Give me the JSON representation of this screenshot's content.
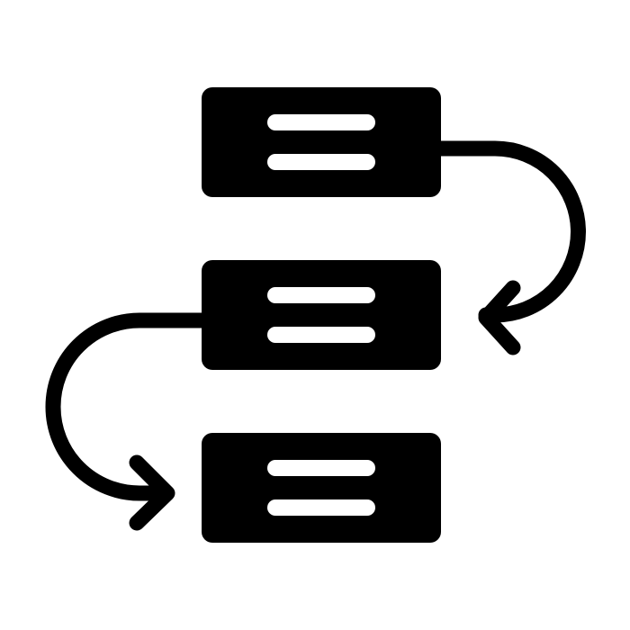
{
  "icon": {
    "name": "workflow-flowchart-icon",
    "colors": {
      "foreground": "#000000",
      "background": "#ffffff"
    },
    "blocks": [
      {
        "name": "block-top",
        "lines": 2
      },
      {
        "name": "block-middle",
        "lines": 2
      },
      {
        "name": "block-bottom",
        "lines": 2
      }
    ],
    "connectors": [
      {
        "name": "arrow-top-to-middle",
        "direction": "right-side-curve"
      },
      {
        "name": "arrow-middle-to-bottom",
        "direction": "left-side-curve"
      }
    ]
  }
}
